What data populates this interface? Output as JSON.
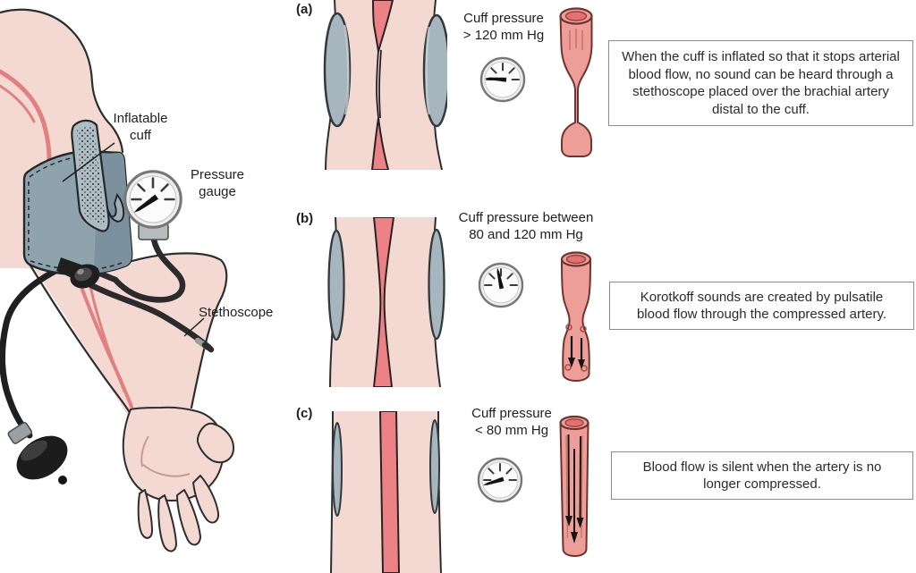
{
  "figure": {
    "labels": {
      "inflatable_cuff": "Inflatable\ncuff",
      "pressure_gauge": "Pressure\ngauge",
      "stethoscope": "Stethoscope"
    },
    "main_gauge_needle_deg": 145,
    "panels": [
      {
        "tag": "(a)",
        "pressure_label": "Cuff pressure\n> 120 mm Hg",
        "note": "When the cuff is inflated so that it stops arterial blood flow, no sound can be heard through a stethoscope placed over the brachial artery distal to the cuff.",
        "gauge_needle_deg": 184
      },
      {
        "tag": "(b)",
        "pressure_label": "Cuff pressure between\n80 and 120 mm Hg",
        "note": "Korotkoff sounds are created by pulsatile blood flow through the compressed artery.",
        "gauge_needle_deg": 258
      },
      {
        "tag": "(c)",
        "pressure_label": "Cuff pressure\n< 80 mm Hg",
        "note": "Blood flow is silent when the artery is no longer compressed.",
        "gauge_needle_deg": 163
      }
    ],
    "colors": {
      "skin": "#f4d9d3",
      "artery_line": "#e2807f",
      "artery_band": "#ec8186",
      "cuff_gray": "#8fa3ad",
      "cuff_flap": "#aebcc4",
      "panel_cuff": "#a7b6be",
      "vessel_fill": "#ee9e98",
      "vessel_opening": "#e5716e",
      "outline": "#2e2e2e",
      "tube_black": "#222222",
      "gauge_face": "#fbfbfb",
      "box_border": "#8c8c8c"
    }
  }
}
